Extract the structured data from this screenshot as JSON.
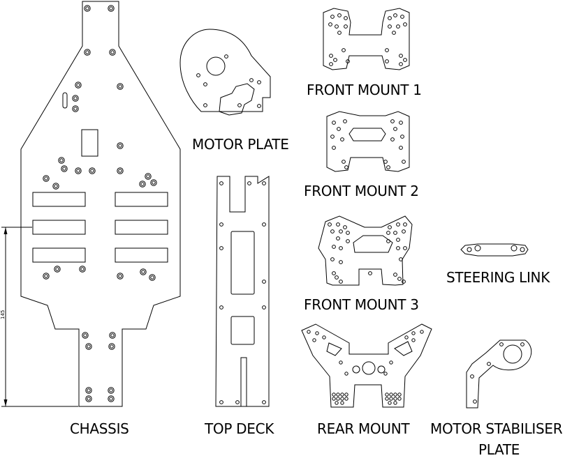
{
  "labels": {
    "chassis": "CHASSIS",
    "motor_plate": "MOTOR PLATE",
    "top_deck": "TOP DECK",
    "front_mount_1": "FRONT MOUNT 1",
    "front_mount_2": "FRONT MOUNT 2",
    "front_mount_3": "FRONT MOUNT 3",
    "rear_mount": "REAR MOUNT",
    "steering_link": "STEERING LINK",
    "motor_stabiliser_line1": "MOTOR STABILISER",
    "motor_stabiliser_line2": "PLATE"
  },
  "dimension": {
    "value": "145"
  }
}
